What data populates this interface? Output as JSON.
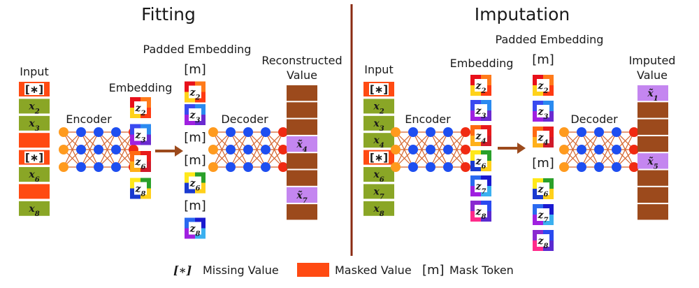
{
  "fitting": {
    "title": "Fitting",
    "input_label": "Input",
    "encoder_label": "Encoder",
    "embedding_label": "Embedding",
    "padded_label": "Padded Embedding",
    "decoder_label": "Decoder",
    "output_label_line1": "Reconstructed",
    "output_label_line2": "Value",
    "inputs": [
      {
        "kind": "missing",
        "text": "[∗]"
      },
      {
        "kind": "value",
        "var": "x",
        "sub": "2"
      },
      {
        "kind": "value",
        "var": "x",
        "sub": "3"
      },
      {
        "kind": "masked"
      },
      {
        "kind": "missing",
        "text": "[∗]"
      },
      {
        "kind": "value",
        "var": "x",
        "sub": "6"
      },
      {
        "kind": "masked"
      },
      {
        "kind": "value",
        "var": "x",
        "sub": "8"
      }
    ],
    "embeddings": [
      {
        "var": "z",
        "sub": "2"
      },
      {
        "var": "z",
        "sub": "3"
      },
      {
        "var": "z",
        "sub": "6"
      },
      {
        "var": "z",
        "sub": "8"
      }
    ],
    "padded": [
      {
        "kind": "mask",
        "text": "[m]"
      },
      {
        "kind": "emb",
        "var": "z",
        "sub": "2"
      },
      {
        "kind": "emb",
        "var": "z",
        "sub": "3"
      },
      {
        "kind": "mask",
        "text": "[m]"
      },
      {
        "kind": "mask",
        "text": "[m]"
      },
      {
        "kind": "emb",
        "var": "z",
        "sub": "6"
      },
      {
        "kind": "mask",
        "text": "[m]"
      },
      {
        "kind": "emb",
        "var": "z",
        "sub": "8"
      }
    ],
    "outputs": [
      {
        "kind": "plain"
      },
      {
        "kind": "plain"
      },
      {
        "kind": "plain"
      },
      {
        "kind": "value",
        "var": "x̃",
        "sub": "4"
      },
      {
        "kind": "plain"
      },
      {
        "kind": "plain"
      },
      {
        "kind": "value",
        "var": "x̃",
        "sub": "7"
      },
      {
        "kind": "plain"
      }
    ]
  },
  "imputation": {
    "title": "Imputation",
    "input_label": "Input",
    "encoder_label": "Encoder",
    "embedding_label": "Embedding",
    "padded_label": "Padded Embedding",
    "decoder_label": "Decoder",
    "output_label_line1": "Imputed",
    "output_label_line2": "Value",
    "inputs": [
      {
        "kind": "missing",
        "text": "[∗]"
      },
      {
        "kind": "value",
        "var": "x",
        "sub": "2"
      },
      {
        "kind": "value",
        "var": "x",
        "sub": "3"
      },
      {
        "kind": "value",
        "var": "x",
        "sub": "4"
      },
      {
        "kind": "missing",
        "text": "[∗]"
      },
      {
        "kind": "value",
        "var": "x",
        "sub": "6"
      },
      {
        "kind": "value",
        "var": "x",
        "sub": "7"
      },
      {
        "kind": "value",
        "var": "x",
        "sub": "8"
      }
    ],
    "embeddings": [
      {
        "var": "z",
        "sub": "2"
      },
      {
        "var": "z",
        "sub": "3"
      },
      {
        "var": "z",
        "sub": "4"
      },
      {
        "var": "z",
        "sub": "6"
      },
      {
        "var": "z",
        "sub": "7"
      },
      {
        "var": "z",
        "sub": "8"
      }
    ],
    "padded": [
      {
        "kind": "mask",
        "text": "[m]"
      },
      {
        "kind": "emb",
        "var": "z",
        "sub": "2"
      },
      {
        "kind": "emb",
        "var": "z",
        "sub": "3"
      },
      {
        "kind": "emb",
        "var": "z",
        "sub": "4"
      },
      {
        "kind": "mask",
        "text": "[m]"
      },
      {
        "kind": "emb",
        "var": "z",
        "sub": "6"
      },
      {
        "kind": "emb",
        "var": "z",
        "sub": "7"
      },
      {
        "kind": "emb",
        "var": "z",
        "sub": "8"
      }
    ],
    "outputs": [
      {
        "kind": "value",
        "var": "x̃",
        "sub": "1"
      },
      {
        "kind": "plain"
      },
      {
        "kind": "plain"
      },
      {
        "kind": "plain"
      },
      {
        "kind": "value",
        "var": "x̃",
        "sub": "5"
      },
      {
        "kind": "plain"
      },
      {
        "kind": "plain"
      },
      {
        "kind": "plain"
      }
    ]
  },
  "legend": {
    "missing_symbol": "[∗]",
    "missing_label": "Missing Value",
    "masked_label": "Masked Value",
    "token_symbol": "[m]",
    "token_label": "Mask Token"
  },
  "colors": {
    "input_value": "#8aa626",
    "masked": "#ff4a12",
    "missing_border": "#e23b10",
    "output_plain": "#9c4a1c",
    "output_value": "#c486f0",
    "arrow": "#9c4a1c",
    "divider": "#8a2a12",
    "node_orange": "#ff9a1e",
    "node_blue": "#1e4ef0",
    "node_red": "#f02a12",
    "node_edge": "#d4622a"
  }
}
